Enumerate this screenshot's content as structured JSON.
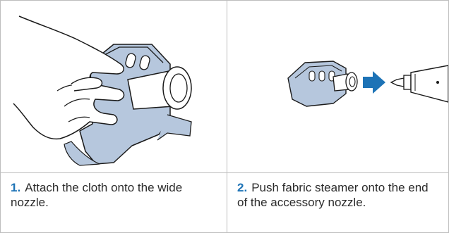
{
  "steps": [
    {
      "number": "1.",
      "text": "Attach the cloth onto the wide nozzle."
    },
    {
      "number": "2.",
      "text": "Push fabric steamer onto the end of the accessory nozzle."
    }
  ],
  "colors": {
    "accent": "#1d73b6",
    "illustration_fill": "#b6c7dd",
    "illustration_stroke": "#1a1a1a",
    "border": "#bdbdbd"
  },
  "icons": [
    "hand-with-nozzle-illustration",
    "steamer-nozzle-illustration",
    "right-arrow-icon"
  ]
}
